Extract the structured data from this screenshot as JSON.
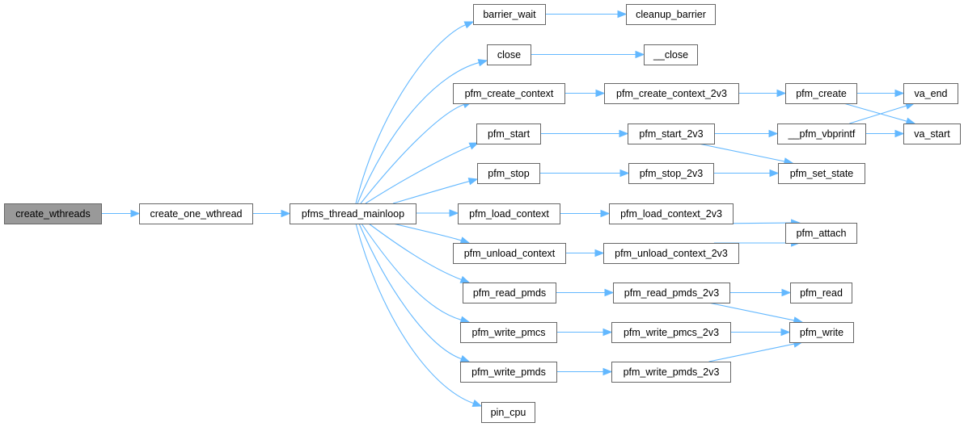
{
  "diagram": {
    "type": "call-graph",
    "root": "create_wthreads",
    "colors": {
      "edge": "#63b8ff",
      "node_border": "#666666",
      "root_fill": "#999999",
      "node_fill": "#ffffff"
    },
    "nodes": [
      {
        "id": "create_wthreads",
        "label": "create_wthreads"
      },
      {
        "id": "create_one_wthread",
        "label": "create_one_wthread"
      },
      {
        "id": "pfms_thread_mainloop",
        "label": "pfms_thread_mainloop"
      },
      {
        "id": "barrier_wait",
        "label": "barrier_wait"
      },
      {
        "id": "cleanup_barrier",
        "label": "cleanup_barrier"
      },
      {
        "id": "close",
        "label": "close"
      },
      {
        "id": "__close",
        "label": "__close"
      },
      {
        "id": "pfm_create_context",
        "label": "pfm_create_context"
      },
      {
        "id": "pfm_create_context_2v3",
        "label": "pfm_create_context_2v3"
      },
      {
        "id": "pfm_create",
        "label": "pfm_create"
      },
      {
        "id": "va_end",
        "label": "va_end"
      },
      {
        "id": "pfm_start",
        "label": "pfm_start"
      },
      {
        "id": "pfm_start_2v3",
        "label": "pfm_start_2v3"
      },
      {
        "id": "__pfm_vbprintf",
        "label": "__pfm_vbprintf"
      },
      {
        "id": "va_start",
        "label": "va_start"
      },
      {
        "id": "pfm_stop",
        "label": "pfm_stop"
      },
      {
        "id": "pfm_stop_2v3",
        "label": "pfm_stop_2v3"
      },
      {
        "id": "pfm_set_state",
        "label": "pfm_set_state"
      },
      {
        "id": "pfm_load_context",
        "label": "pfm_load_context"
      },
      {
        "id": "pfm_load_context_2v3",
        "label": "pfm_load_context_2v3"
      },
      {
        "id": "pfm_attach",
        "label": "pfm_attach"
      },
      {
        "id": "pfm_unload_context",
        "label": "pfm_unload_context"
      },
      {
        "id": "pfm_unload_context_2v3",
        "label": "pfm_unload_context_2v3"
      },
      {
        "id": "pfm_read_pmds",
        "label": "pfm_read_pmds"
      },
      {
        "id": "pfm_read_pmds_2v3",
        "label": "pfm_read_pmds_2v3"
      },
      {
        "id": "pfm_read",
        "label": "pfm_read"
      },
      {
        "id": "pfm_write_pmcs",
        "label": "pfm_write_pmcs"
      },
      {
        "id": "pfm_write_pmcs_2v3",
        "label": "pfm_write_pmcs_2v3"
      },
      {
        "id": "pfm_write",
        "label": "pfm_write"
      },
      {
        "id": "pfm_write_pmds",
        "label": "pfm_write_pmds"
      },
      {
        "id": "pfm_write_pmds_2v3",
        "label": "pfm_write_pmds_2v3"
      },
      {
        "id": "pin_cpu",
        "label": "pin_cpu"
      }
    ],
    "edges": [
      {
        "from": "create_wthreads",
        "to": "create_one_wthread"
      },
      {
        "from": "create_one_wthread",
        "to": "pfms_thread_mainloop"
      },
      {
        "from": "pfms_thread_mainloop",
        "to": "barrier_wait"
      },
      {
        "from": "pfms_thread_mainloop",
        "to": "close"
      },
      {
        "from": "pfms_thread_mainloop",
        "to": "pfm_create_context"
      },
      {
        "from": "pfms_thread_mainloop",
        "to": "pfm_start"
      },
      {
        "from": "pfms_thread_mainloop",
        "to": "pfm_stop"
      },
      {
        "from": "pfms_thread_mainloop",
        "to": "pfm_load_context"
      },
      {
        "from": "pfms_thread_mainloop",
        "to": "pfm_unload_context"
      },
      {
        "from": "pfms_thread_mainloop",
        "to": "pfm_read_pmds"
      },
      {
        "from": "pfms_thread_mainloop",
        "to": "pfm_write_pmcs"
      },
      {
        "from": "pfms_thread_mainloop",
        "to": "pfm_write_pmds"
      },
      {
        "from": "pfms_thread_mainloop",
        "to": "pin_cpu"
      },
      {
        "from": "barrier_wait",
        "to": "cleanup_barrier"
      },
      {
        "from": "close",
        "to": "__close"
      },
      {
        "from": "pfm_create_context",
        "to": "pfm_create_context_2v3"
      },
      {
        "from": "pfm_create_context_2v3",
        "to": "pfm_create"
      },
      {
        "from": "pfm_create",
        "to": "va_end"
      },
      {
        "from": "pfm_create",
        "to": "va_start"
      },
      {
        "from": "pfm_start",
        "to": "pfm_start_2v3"
      },
      {
        "from": "pfm_start_2v3",
        "to": "__pfm_vbprintf"
      },
      {
        "from": "pfm_start_2v3",
        "to": "pfm_set_state"
      },
      {
        "from": "__pfm_vbprintf",
        "to": "va_end"
      },
      {
        "from": "__pfm_vbprintf",
        "to": "va_start"
      },
      {
        "from": "pfm_stop",
        "to": "pfm_stop_2v3"
      },
      {
        "from": "pfm_stop_2v3",
        "to": "pfm_set_state"
      },
      {
        "from": "pfm_load_context",
        "to": "pfm_load_context_2v3"
      },
      {
        "from": "pfm_load_context_2v3",
        "to": "pfm_attach"
      },
      {
        "from": "pfm_unload_context",
        "to": "pfm_unload_context_2v3"
      },
      {
        "from": "pfm_unload_context_2v3",
        "to": "pfm_attach"
      },
      {
        "from": "pfm_read_pmds",
        "to": "pfm_read_pmds_2v3"
      },
      {
        "from": "pfm_read_pmds_2v3",
        "to": "pfm_read"
      },
      {
        "from": "pfm_read_pmds_2v3",
        "to": "pfm_write"
      },
      {
        "from": "pfm_write_pmcs",
        "to": "pfm_write_pmcs_2v3"
      },
      {
        "from": "pfm_write_pmcs_2v3",
        "to": "pfm_write"
      },
      {
        "from": "pfm_write_pmds",
        "to": "pfm_write_pmds_2v3"
      },
      {
        "from": "pfm_write_pmds_2v3",
        "to": "pfm_write"
      }
    ]
  }
}
